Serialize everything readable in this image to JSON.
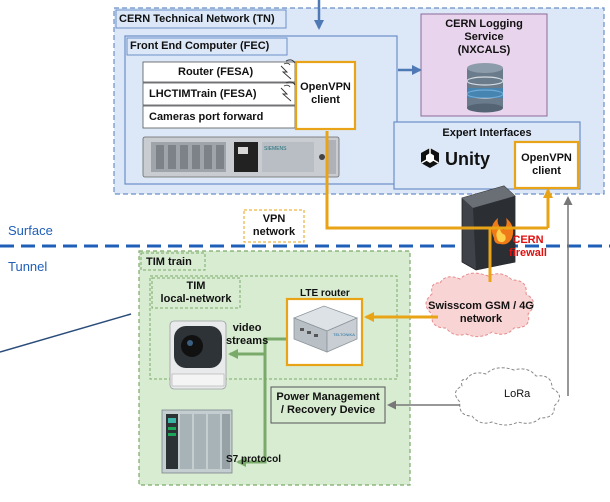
{
  "regions": {
    "tn": "CERN Technical Network (TN)",
    "fec": "Front End Computer (FEC)",
    "nxcals": [
      "CERN Logging",
      "Service",
      "(NXCALS)"
    ],
    "expert": "Expert Interfaces",
    "tim_train": "TIM train",
    "tim_local": [
      "TIM",
      "local-network"
    ]
  },
  "fec_rows": [
    "Router (FESA)",
    "LHCTIMTrain (FESA)",
    "Cameras port forward"
  ],
  "openvpn_label": [
    "OpenVPN",
    "client"
  ],
  "unity_label": "Unity",
  "vpn_network": [
    "VPN",
    "network"
  ],
  "zones": {
    "surface": "Surface",
    "tunnel": "Tunnel"
  },
  "firewall": [
    "CERN",
    "firewall"
  ],
  "lte_router": "LTE router",
  "swisscom": [
    "Swisscom GSM / 4G",
    "network"
  ],
  "video": [
    "video",
    "streams"
  ],
  "power": [
    "Power Management",
    "/ Recovery Device"
  ],
  "lora": "LoRa",
  "s7": "S7 protocol",
  "colors": {
    "tn_fill": "#dce8f8",
    "tn_border": "#6a8fc8",
    "nxcals_fill": "#e8d4ec",
    "tim_fill": "#d8ecd2",
    "orange": "#e8a317",
    "blue_arrow": "#4f79b4",
    "green_arrow": "#7aaa6a",
    "gray_arrow": "#777777",
    "red": "#e01010",
    "divider": "#1f5fb8"
  }
}
